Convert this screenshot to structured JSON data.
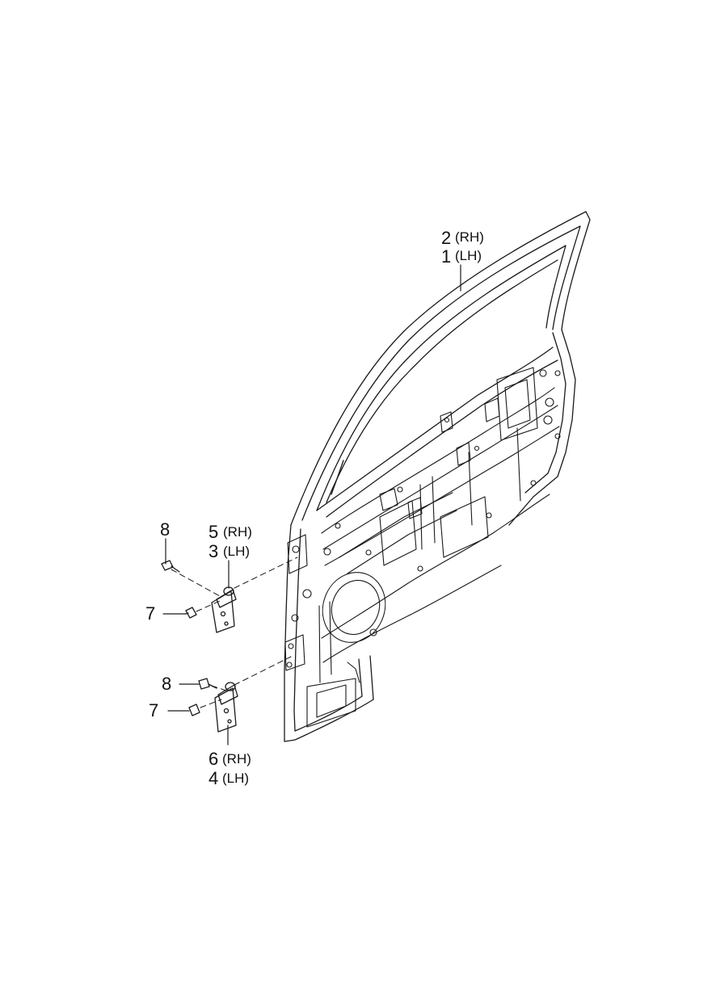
{
  "diagram": {
    "colors": {
      "line": "#1a1a1a",
      "background": "#ffffff"
    },
    "callouts": [
      {
        "id": "door-panel",
        "rh_number": "2",
        "rh_side": "(RH)",
        "lh_number": "1",
        "lh_side": "(LH)"
      },
      {
        "id": "upper-hinge",
        "rh_number": "5",
        "rh_side": "(RH)",
        "lh_number": "3",
        "lh_side": "(LH)"
      },
      {
        "id": "lower-hinge",
        "rh_number": "6",
        "rh_side": "(RH)",
        "lh_number": "4",
        "lh_side": "(LH)"
      }
    ],
    "fasteners": [
      {
        "id": "upper-bolt",
        "number": "8"
      },
      {
        "id": "upper-nut",
        "number": "7"
      },
      {
        "id": "lower-bolt",
        "number": "8"
      },
      {
        "id": "lower-nut",
        "number": "7"
      }
    ]
  }
}
